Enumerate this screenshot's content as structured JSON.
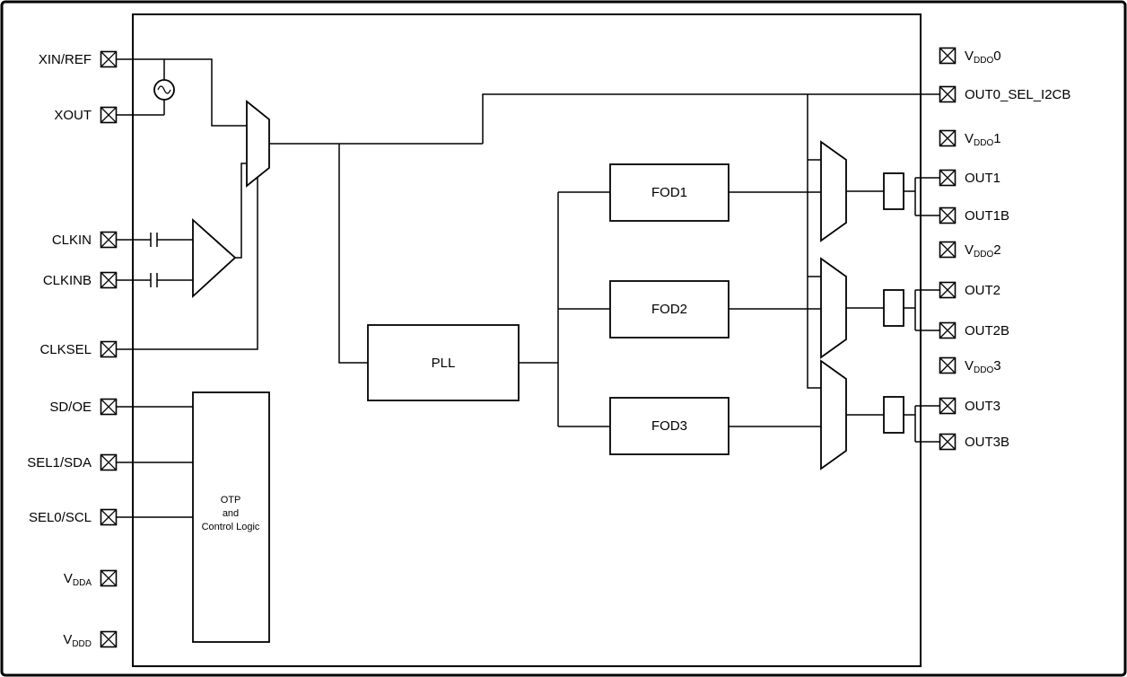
{
  "pins_left": [
    {
      "pre": "XIN/REF",
      "sub": "",
      "post": ""
    },
    {
      "pre": "XOUT",
      "sub": "",
      "post": ""
    },
    {
      "pre": "CLKIN",
      "sub": "",
      "post": ""
    },
    {
      "pre": "CLKINB",
      "sub": "",
      "post": ""
    },
    {
      "pre": "CLKSEL",
      "sub": "",
      "post": ""
    },
    {
      "pre": "SD/OE",
      "sub": "",
      "post": ""
    },
    {
      "pre": "SEL1/SDA",
      "sub": "",
      "post": ""
    },
    {
      "pre": "SEL0/SCL",
      "sub": "",
      "post": ""
    },
    {
      "pre": "V",
      "sub": "DDA",
      "post": ""
    },
    {
      "pre": "V",
      "sub": "DDD",
      "post": ""
    }
  ],
  "pins_right": [
    {
      "pre": "V",
      "sub": "DDO",
      "post": "0"
    },
    {
      "pre": "OUT0_SEL_I2CB",
      "sub": "",
      "post": ""
    },
    {
      "pre": "V",
      "sub": "DDO",
      "post": "1"
    },
    {
      "pre": "OUT1",
      "sub": "",
      "post": ""
    },
    {
      "pre": "OUT1B",
      "sub": "",
      "post": ""
    },
    {
      "pre": "V",
      "sub": "DDO",
      "post": "2"
    },
    {
      "pre": "OUT2",
      "sub": "",
      "post": ""
    },
    {
      "pre": "OUT2B",
      "sub": "",
      "post": ""
    },
    {
      "pre": "V",
      "sub": "DDO",
      "post": "3"
    },
    {
      "pre": "OUT3",
      "sub": "",
      "post": ""
    },
    {
      "pre": "OUT3B",
      "sub": "",
      "post": ""
    }
  ],
  "blocks": {
    "pll": "PLL",
    "fod1": "FOD1",
    "fod2": "FOD2",
    "fod3": "FOD3",
    "otp_line1": "OTP",
    "otp_line2": "and",
    "otp_line3": "Control Logic"
  },
  "colors": {
    "line": "#000000",
    "background": "#ffffff"
  }
}
